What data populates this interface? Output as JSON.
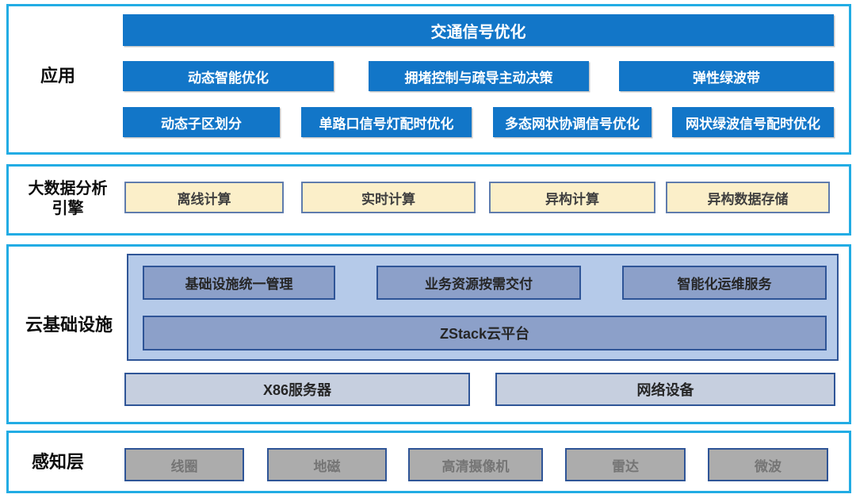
{
  "app_layer": {
    "label": "应用",
    "title": "交通信号优化",
    "row2": [
      "动态智能优化",
      "拥堵控制与疏导主动决策",
      "弹性绿波带"
    ],
    "row3": [
      "动态子区划分",
      "单路口信号灯配时优化",
      "多态网状协调信号优化",
      "网状绿波信号配时优化"
    ]
  },
  "bigdata_layer": {
    "label_line1": "大数据分析",
    "label_line2": "引擎",
    "boxes": [
      "离线计算",
      "实时计算",
      "异构计算",
      "异构数据存储"
    ]
  },
  "cloud_layer": {
    "label": "云基础设施",
    "platform_boxes": [
      "基础设施统一管理",
      "业务资源按需交付",
      "智能化运维服务"
    ],
    "platform": "ZStack云平台",
    "hardware": [
      "X86服务器",
      "网络设备"
    ]
  },
  "perception_layer": {
    "label": "感知层",
    "boxes": [
      "线圈",
      "地磁",
      "高清摄像机",
      "雷达",
      "微波"
    ]
  },
  "colors": {
    "section_border": "#22ACE4",
    "app_box_blue": "#1276C8",
    "bigdata_box_fill": "#FBEFC9",
    "bigdata_box_border": "#5F7CAD",
    "cloud_container_fill": "#B5CAE9",
    "cloud_box_fill": "#8CA0C9",
    "dark_blue_border": "#2F5597",
    "hardware_box_fill": "#C6CFDF",
    "sensor_box_fill": "#ACACAC"
  }
}
